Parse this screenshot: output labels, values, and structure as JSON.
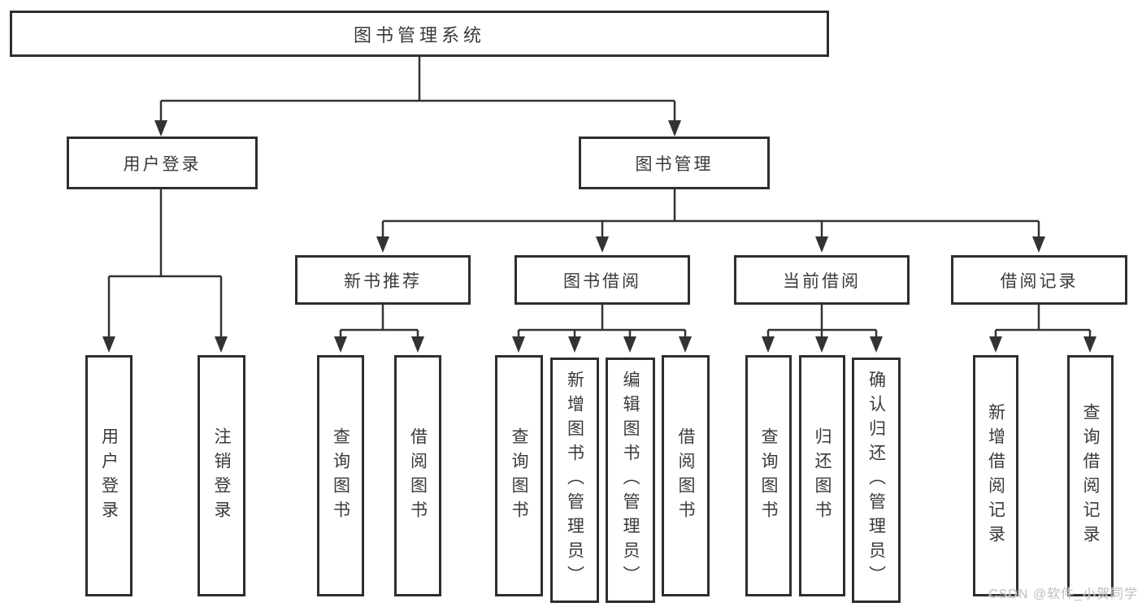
{
  "colors": {
    "line": "#333333",
    "border": "#2e2e2e",
    "text": "#3a3a3a",
    "watermark": "#b9bdc2",
    "background": "#ffffff"
  },
  "diagram": {
    "root": {
      "label": "图书管理系统"
    },
    "branches": [
      {
        "label": "用户登录",
        "children": [
          {
            "label": "用户登录"
          },
          {
            "label": "注销登录"
          }
        ]
      },
      {
        "label": "图书管理",
        "groups": [
          {
            "label": "新书推荐",
            "children": [
              {
                "label": "查询图书"
              },
              {
                "label": "借阅图书"
              }
            ]
          },
          {
            "label": "图书借阅",
            "children": [
              {
                "label": "查询图书"
              },
              {
                "label": "新增图书（管理员）"
              },
              {
                "label": "编辑图书（管理员）"
              },
              {
                "label": "借阅图书"
              }
            ]
          },
          {
            "label": "当前借阅",
            "children": [
              {
                "label": "查询图书"
              },
              {
                "label": "归还图书"
              },
              {
                "label": "确认归还（管理员）"
              }
            ]
          },
          {
            "label": "借阅记录",
            "children": [
              {
                "label": "新增借阅记录"
              },
              {
                "label": "查询借阅记录"
              }
            ]
          }
        ]
      }
    ]
  },
  "watermark": {
    "text": "CSDN @软件_小贺同学"
  }
}
